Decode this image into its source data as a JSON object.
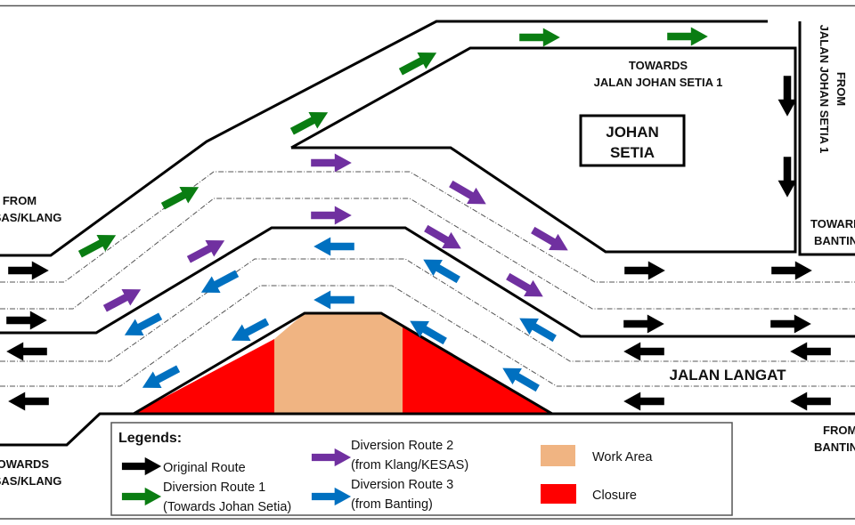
{
  "colors": {
    "original": "#000000",
    "diversion1": "#0a7d12",
    "diversion2": "#7030a0",
    "diversion3": "#0070c0",
    "work_area": "#f0b482",
    "closure": "#ff0000"
  },
  "labels": {
    "from_kesas_klang": [
      "FROM",
      "KESAS/KLANG"
    ],
    "towards_kesas_klang": [
      "TOWARDS",
      "KESAS/KLANG"
    ],
    "towards_johan_setia": [
      "TOWARDS",
      "JALAN JOHAN SETIA 1"
    ],
    "from_johan_setia": [
      "FROM",
      "JALAN JOHAN SETIA 1"
    ],
    "johan_setia_box": [
      "JOHAN",
      "SETIA"
    ],
    "towards_banting": [
      "TOWARDS",
      "BANTING"
    ],
    "from_banting": [
      "FROM",
      "BANTING"
    ],
    "road_name": "JALAN LANGAT"
  },
  "legend": {
    "title": "Legends:",
    "items": [
      {
        "route": "original",
        "lines": [
          "Original Route"
        ]
      },
      {
        "route": "diversion1",
        "lines": [
          "Diversion Route 1",
          "(Towards Johan Setia)"
        ]
      },
      {
        "route": "diversion2",
        "lines": [
          "Diversion Route 2",
          "(from Klang/KESAS)"
        ]
      },
      {
        "route": "diversion3",
        "lines": [
          "Diversion Route 3",
          "(from Banting)"
        ]
      },
      {
        "route": "work_area",
        "lines": [
          "Work Area"
        ]
      },
      {
        "route": "closure",
        "lines": [
          "Closure"
        ]
      }
    ]
  }
}
